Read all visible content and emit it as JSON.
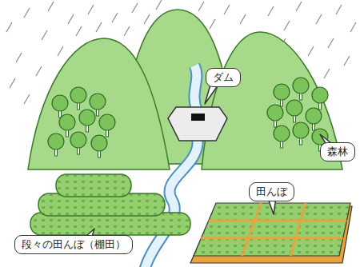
{
  "diagram": {
    "nodes": [
      {
        "text": [
          "ダム"
        ]
      },
      {
        "text": [
          "森林"
        ]
      },
      {
        "text": [
          "田んぼ"
        ]
      },
      {
        "text": [
          "段々の田んぼ（棚田）"
        ]
      }
    ]
  }
}
